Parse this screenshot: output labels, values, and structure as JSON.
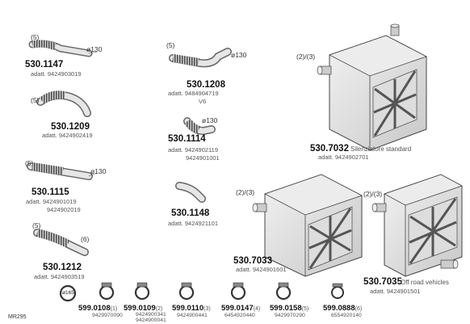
{
  "sheet_ref": "MR295",
  "parts": [
    {
      "id": "p1147",
      "qty": "(5)",
      "diameter": "ø130",
      "code": "530.1147",
      "adapt": [
        "adatt. 9424903019"
      ]
    },
    {
      "id": "p1209",
      "qty": "(5)",
      "code": "530.1209",
      "adapt": [
        "adatt. 9424902419"
      ]
    },
    {
      "id": "p1115",
      "qty": "(5)",
      "diameter": "ø130",
      "code": "530.1115",
      "adapt": [
        "adatt. 9424901019",
        "9424902019"
      ]
    },
    {
      "id": "p1212",
      "qty": "(5)",
      "qty2": "(6)",
      "code": "530.1212",
      "adapt": [
        "adatt. 9424903519"
      ]
    },
    {
      "id": "p1208",
      "qty": "(5)",
      "diameter": "ø130",
      "code": "530.1208",
      "adapt": [
        "adatt. 9484904719"
      ],
      "note": "V6"
    },
    {
      "id": "p1114",
      "diameter": "ø130",
      "code": "530.1114",
      "adapt": [
        "adatt. 9424902119",
        "9424901001"
      ]
    },
    {
      "id": "p1148",
      "code": "530.1148",
      "adapt": [
        "adatt. 9424921101"
      ]
    },
    {
      "id": "p7032",
      "qty": "(2)/(3)",
      "code": "530.7032",
      "desc": "Silenziatore standard",
      "adapt": [
        "adatt. 9424902701"
      ]
    },
    {
      "id": "p7033",
      "qty": "(2)/(3)",
      "code": "530.7033",
      "adapt": [
        "adatt. 9424901601"
      ]
    },
    {
      "id": "p7035",
      "qty": "(2)/(3)",
      "code": "530.7035",
      "desc": "Off road vehicles",
      "adapt": [
        "adatt. 9424901501"
      ]
    }
  ],
  "seal": {
    "label": "ø165"
  },
  "clamps": [
    {
      "code": "599.0108",
      "qty": "(1)",
      "adapt": [
        "9429970090"
      ]
    },
    {
      "code": "599.0109",
      "qty": "(2)",
      "adapt": [
        "9424900341",
        "9424900041"
      ]
    },
    {
      "code": "599.0110",
      "qty": "(3)",
      "adapt": [
        "9424900441"
      ]
    },
    {
      "code": "599.0147",
      "qty": "(4)",
      "adapt": [
        "6454920440"
      ]
    },
    {
      "code": "599.0158",
      "qty": "(5)",
      "adapt": [
        "9429970290"
      ]
    },
    {
      "code": "599.0888",
      "qty": "(6)",
      "adapt": [
        "6554920140"
      ]
    }
  ]
}
